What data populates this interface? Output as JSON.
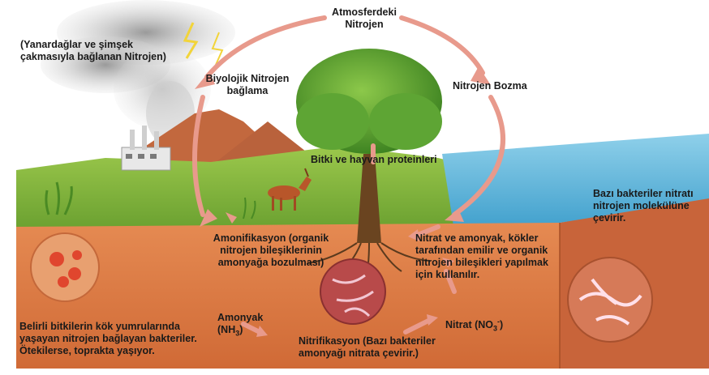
{
  "colors": {
    "sky": "#ffffff",
    "grass": "#7fb23c",
    "soil": "#d9773f",
    "soil_dark": "#b85a2a",
    "water": "#5fb6d8",
    "arrow": "#e89a8c",
    "tree": "#4f9a2a",
    "trunk": "#6a4420"
  },
  "labels": {
    "atmospheric_nitrogen": [
      "Atmosferdeki",
      "Nitrojen"
    ],
    "lightning_fixation": [
      "(Yanardağlar ve şimşek",
      "çakmasıyla bağlanan Nitrojen)"
    ],
    "biological_fixation": [
      "Biyolojik Nitrojen",
      "bağlama"
    ],
    "denitrification": "Nitrojen Bozma",
    "plant_animal_proteins": "Bitki ve hayvan proteinleri",
    "bacteria_nitrate": [
      "Bazı bakteriler nitratı",
      "nitrojen molekülüne",
      "çevirir."
    ],
    "ammonification": [
      "Amonifikasyon (organik",
      "nitrojen bileşiklerinin",
      "amonyağa bozulması)"
    ],
    "nitrate_ammonia_absorbed": [
      "Nitrat ve amonyak, kökler",
      "tarafından emilir ve organik",
      "nitrojen bileşikleri yapılmak",
      "için kullanılır."
    ],
    "ammonia": "Amonyak",
    "ammonia_formula": {
      "base": "(NH",
      "sub": "3",
      "end": ")"
    },
    "nitrate": {
      "base": "Nitrat (NO",
      "sub": "3",
      "sup": "-",
      "end": ")"
    },
    "nitrification": [
      "Nitrifikasyon (Bazı bakteriler",
      "amonyağı nitrata çevirir.)"
    ],
    "root_nodule_bacteria": [
      "Belirli bitkilerin kök yumrularında",
      "yaşayan nitrojen bağlayan bakteriler.",
      "Ötekilerse, toprakta yaşıyor."
    ]
  }
}
